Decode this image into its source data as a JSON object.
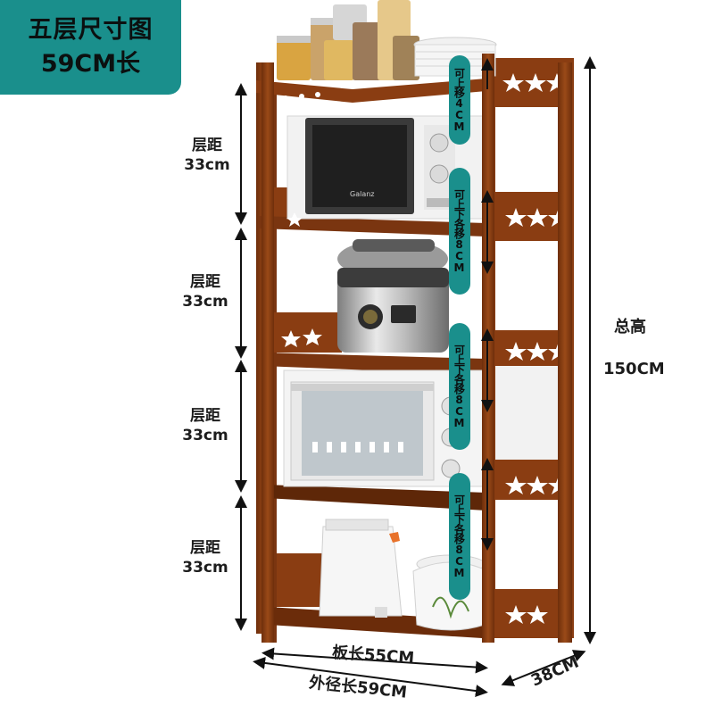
{
  "header": {
    "title_line1": "五层尺寸图",
    "title_line2": "59CM长",
    "badge_color": "#1a8f8c"
  },
  "gap_labels": [
    {
      "label": "层距",
      "value": "33cm"
    },
    {
      "label": "层距",
      "value": "33cm"
    },
    {
      "label": "层距",
      "value": "33cm"
    },
    {
      "label": "层距",
      "value": "33cm"
    }
  ],
  "adjust_labels": [
    "可上移4CM",
    "可上下各移8CM",
    "可上下各移8CM",
    "可上下各移8CM"
  ],
  "total_height": {
    "label": "总高",
    "value": "150CM"
  },
  "bottom_labels": {
    "board_length": "板长55CM",
    "outer_length": "外径长59CM",
    "depth": "38CM"
  },
  "appliances": {
    "microwave_brand": "Galanz"
  },
  "colors": {
    "wood": "#8a3d12",
    "wood_dark": "#5e2708",
    "accent": "#1a8f8c"
  }
}
